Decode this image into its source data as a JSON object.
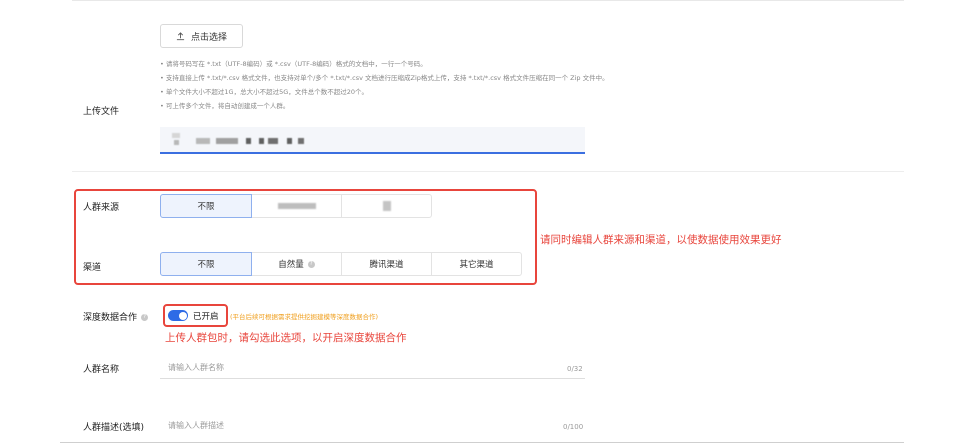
{
  "upload": {
    "label": "上传文件",
    "button_label": "点击选择",
    "button_icon": "upload-icon",
    "hints": [
      "• 请将号码写在 *.txt（UTF-8编码）或 *.csv（UTF-8编码）格式的文档中，一行一个号码。",
      "• 支持直接上传 *.txt/*.csv 格式文件，也支持对单个/多个 *.txt/*.csv 文档进行压缩成Zip格式上传，支持 *.txt/*.csv 格式文件压缩在同一个 Zip 文件中。",
      "• 单个文件大小不超过1G，总大小不超过5G，文件总个数不超过20个。",
      "• 可上传多个文件，将自动创建成一个人群。"
    ]
  },
  "audience_source": {
    "label": "人群来源",
    "options": [
      {
        "label": "不限",
        "selected": true
      },
      {
        "label": "",
        "selected": false
      },
      {
        "label": "",
        "selected": false
      }
    ]
  },
  "channel": {
    "label": "渠道",
    "options": [
      {
        "label": "不限",
        "selected": true
      },
      {
        "label": "自然量",
        "selected": false
      },
      {
        "label": "腾讯渠道",
        "selected": false
      },
      {
        "label": "其它渠道",
        "selected": false
      }
    ]
  },
  "annotation_source": "请同时编辑人群来源和渠道，以使数据使用效果更好",
  "deep_data": {
    "label": "深度数据合作",
    "toggle_state_label": "已开启",
    "toggle_on": true,
    "note": "(平台后续可根据需求提供挖掘建模等深度数据合作)"
  },
  "annotation_deep": "上传人群包时，请勾选此选项，以开启深度数据合作",
  "audience_name": {
    "label": "人群名称",
    "placeholder": "请输入人群名称",
    "counter": "0/32"
  },
  "audience_desc": {
    "label": "人群描述(选填)",
    "placeholder": "请输入人群描述",
    "counter": "0/100"
  },
  "colors": {
    "accent": "#2e6be6",
    "annotation_red": "#e8453c",
    "note_orange": "#f0a020"
  }
}
